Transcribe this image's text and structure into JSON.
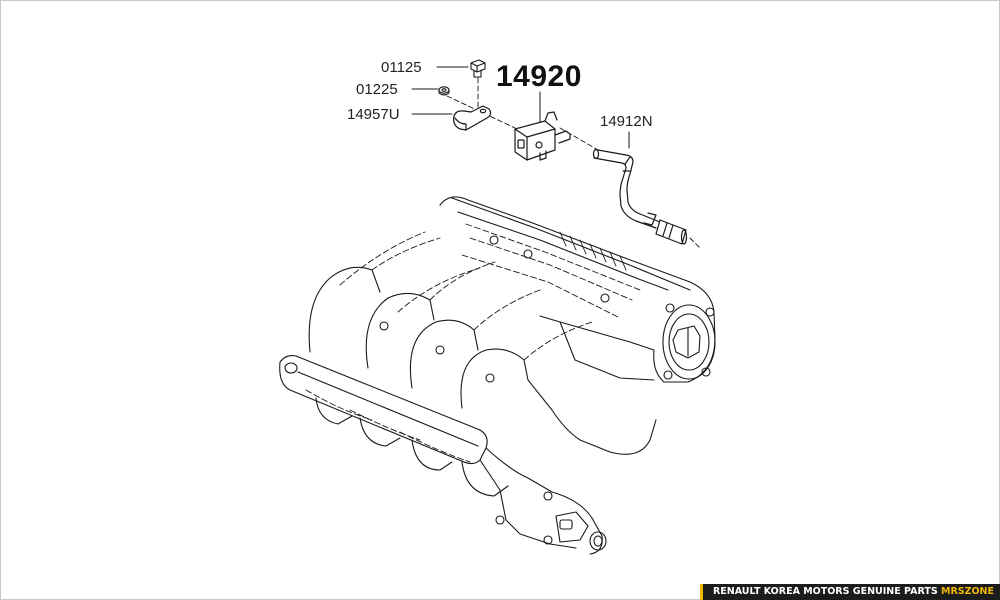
{
  "callouts": {
    "main_part": "14920",
    "bolt": "01125",
    "nut": "01225",
    "bracket": "14957U",
    "hose": "14912N"
  },
  "watermark": {
    "text": "RENAULT KOREA MOTORS GENUINE PARTS",
    "brand": "MRSZONE",
    "brand_color": "#f0b800"
  },
  "colors": {
    "line": "#1a1a1a",
    "background": "#ffffff"
  }
}
